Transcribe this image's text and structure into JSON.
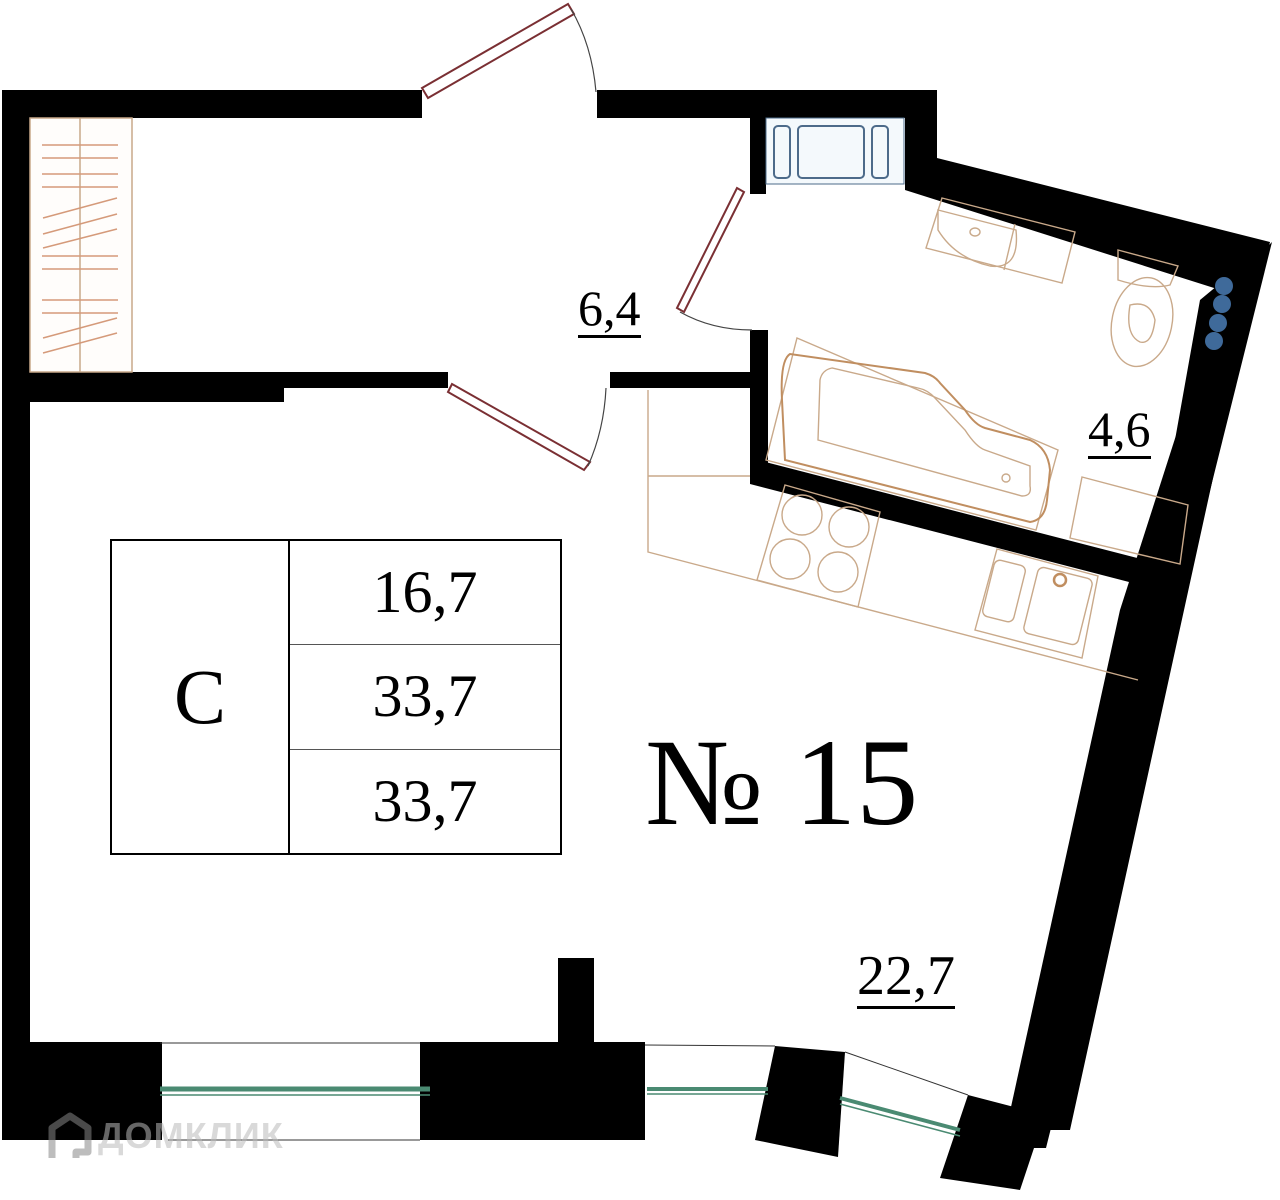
{
  "plan": {
    "apartment_number": "№ 15",
    "rooms": [
      {
        "id": "hallway",
        "area": "6,4"
      },
      {
        "id": "bathroom",
        "area": "4,6"
      },
      {
        "id": "studio_room",
        "area": "22,7"
      }
    ],
    "legend": {
      "apartment_type": "С",
      "living_area": "16,7",
      "total_area": "33,7",
      "total_area_with_balcony": "33,7"
    },
    "fixtures": [
      "wardrobe",
      "radiator",
      "washbasin",
      "toilet",
      "bathtub",
      "riser-pipes",
      "stove",
      "kitchen-sink",
      "kitchen-counter",
      "washing-machine"
    ],
    "colors": {
      "wall": "#000000",
      "door": "#7a2f33",
      "fixture": "#c9a98a",
      "radiator": "#4d6b8a",
      "riser": "#3f6a9a",
      "window": "#4a8a72"
    }
  },
  "watermark": {
    "text": "ДОМКЛИК",
    "icon": "house-logo-icon"
  }
}
